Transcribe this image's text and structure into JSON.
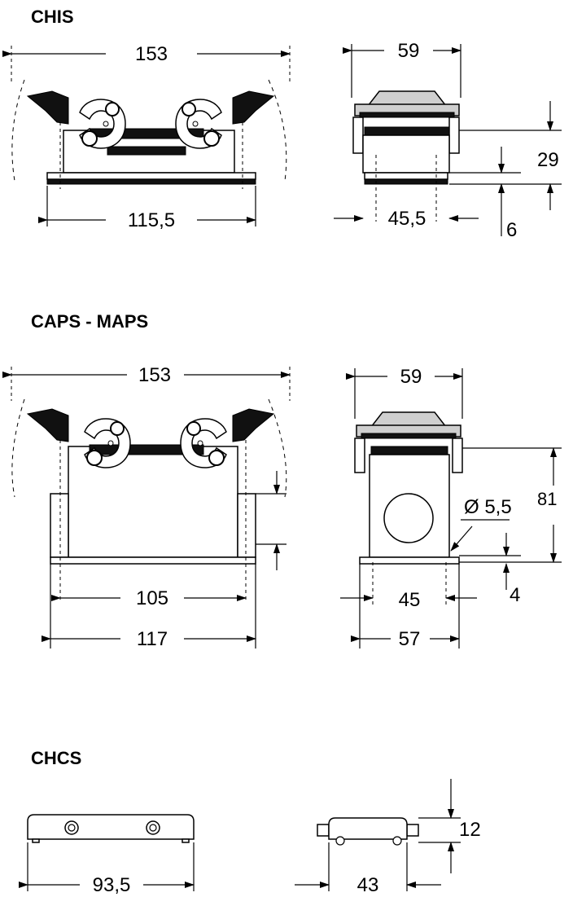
{
  "sections": [
    {
      "title": "CHIS",
      "front": {
        "width_total": "153",
        "width_base": "115,5"
      },
      "side": {
        "width_top": "59",
        "width_base": "45,5",
        "height": "29",
        "base_thickness": "6"
      }
    },
    {
      "title": "CAPS - MAPS",
      "front": {
        "width_total": "153",
        "hole_spacing": "105",
        "width_base": "117"
      },
      "side": {
        "width_top": "59",
        "height": "81",
        "hole_diameter": "Ø 5,5",
        "base_thickness": "4",
        "hole_spacing": "45",
        "width_base": "57"
      }
    },
    {
      "title": "CHCS",
      "front": {
        "width": "93,5"
      },
      "side": {
        "width": "43",
        "height": "12"
      }
    }
  ]
}
